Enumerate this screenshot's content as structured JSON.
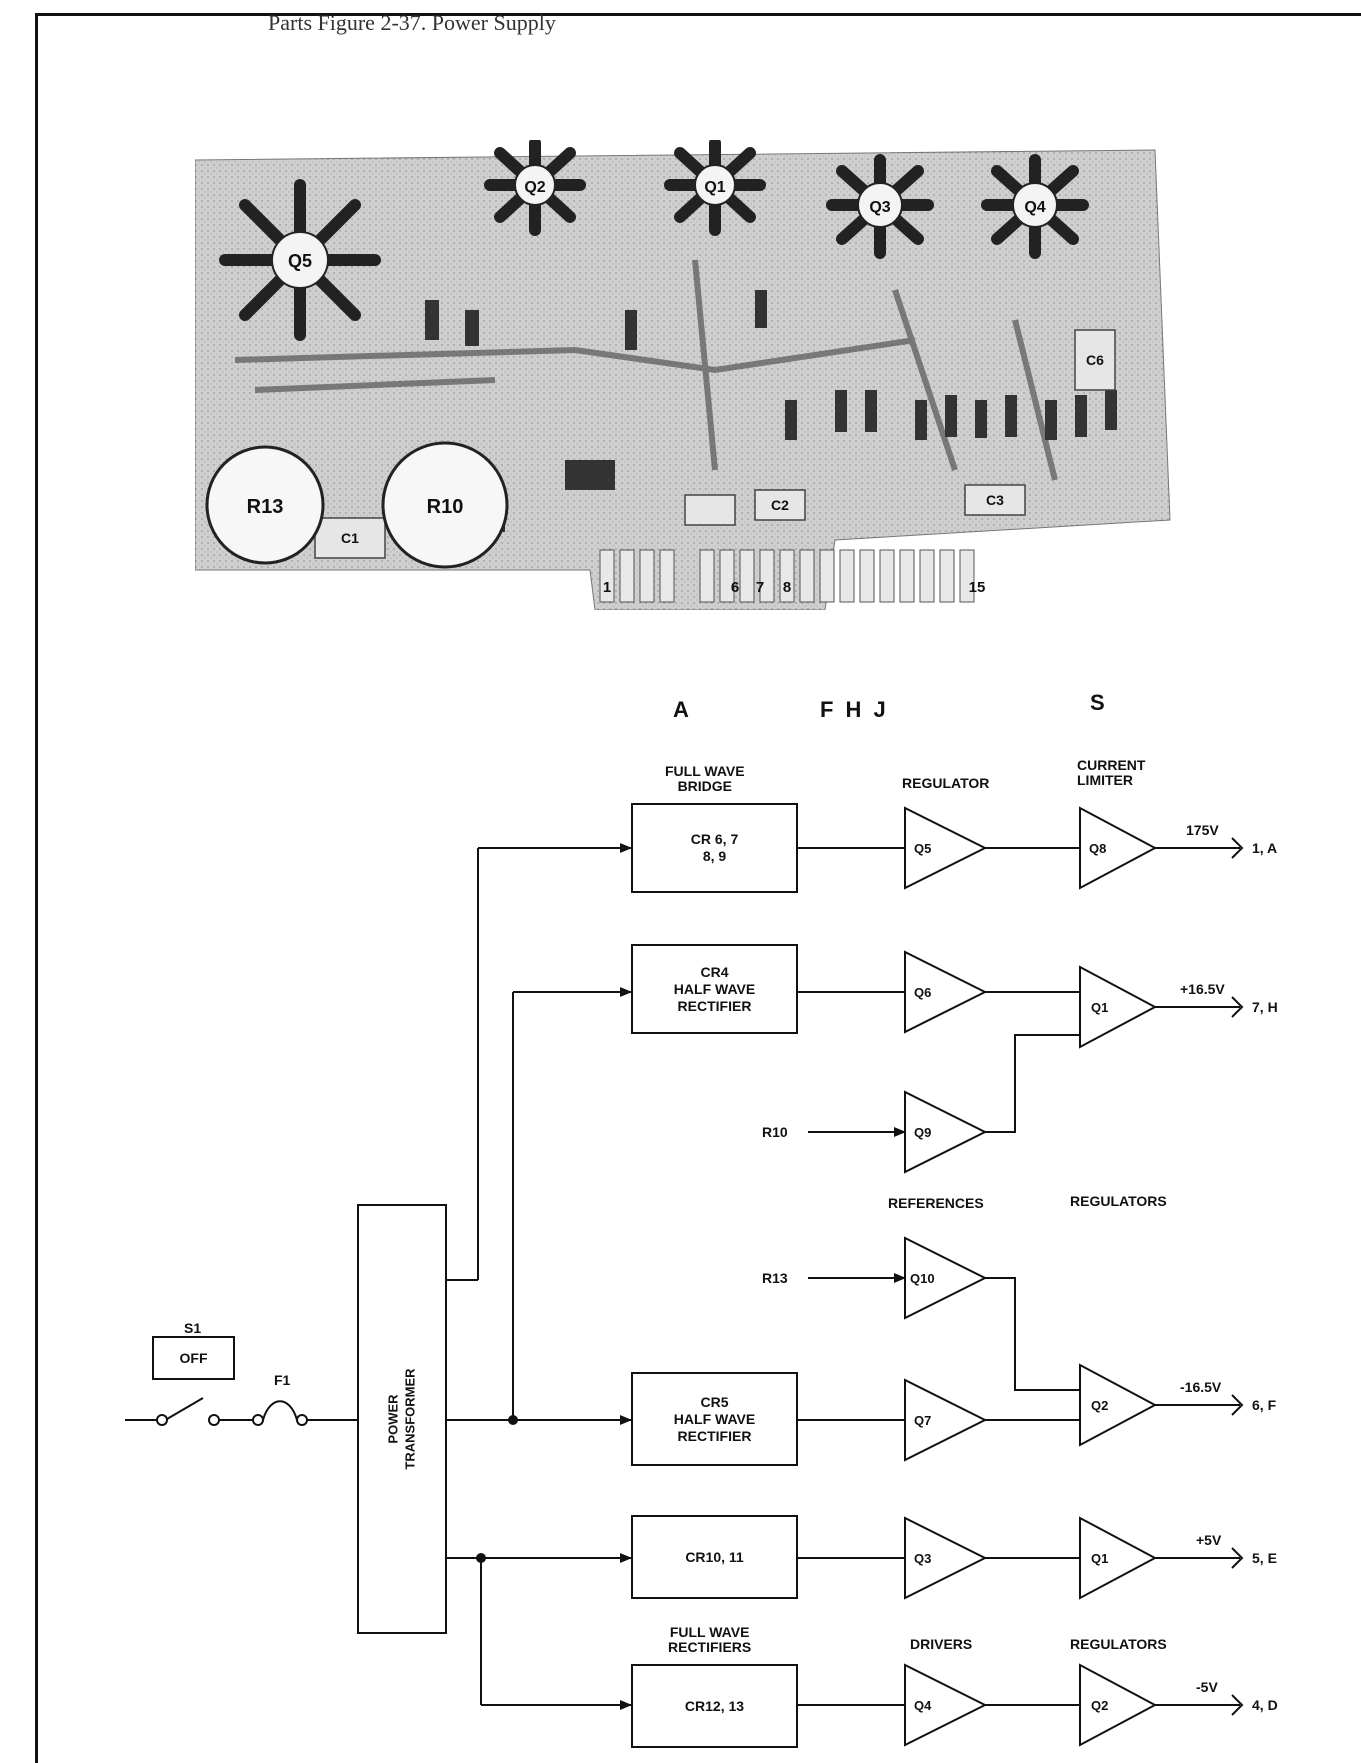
{
  "page": {
    "header": "Parts Figure 2-37. Power Supply",
    "pin_labels": [
      "A",
      "F H J",
      "S"
    ]
  },
  "photo": {
    "transistor_labels": [
      "Q5",
      "Q2",
      "Q1",
      "Q3",
      "Q4"
    ],
    "pot_labels": [
      "R13",
      "R10"
    ],
    "cap_labels": [
      "C1",
      "C2",
      "C3",
      "C6"
    ],
    "pin_numbers": [
      "1",
      "6",
      "7",
      "8",
      "15"
    ]
  },
  "diagram": {
    "section_headers": {
      "full_wave_bridge": "FULL WAVE\nBRIDGE",
      "regulator": "REGULATOR",
      "current_limiter": "CURRENT\nLIMITER",
      "references": "REFERENCES",
      "regulators_mid": "REGULATORS",
      "full_wave_rectifiers": "FULL WAVE\nRECTIFIERS",
      "drivers": "DRIVERS",
      "regulators_bottom": "REGULATORS"
    },
    "blocks": {
      "cr6789": "CR 6, 7\n8, 9",
      "cr4": "CR4\nHALF WAVE\nRECTIFIER",
      "cr5": "CR5\nHALF WAVE\nRECTIFIER",
      "cr1011": "CR10, 11",
      "cr1213": "CR12, 13",
      "transformer": "POWER\nTRANSFORMER",
      "switch_box": "OFF"
    },
    "amplifiers": {
      "q5": "Q5",
      "q8": "Q8",
      "q6": "Q6",
      "q1a": "Q1",
      "q9": "Q9",
      "q10": "Q10",
      "q7": "Q7",
      "q2a": "Q2",
      "q3": "Q3",
      "q1b": "Q1",
      "q4": "Q4",
      "q2b": "Q2"
    },
    "inputs": {
      "r10": "R10",
      "r13": "R13"
    },
    "components": {
      "s1": "S1",
      "f1": "F1"
    },
    "outputs": [
      {
        "voltage": "175V",
        "pin": "1, A"
      },
      {
        "voltage": "+16.5V",
        "pin": "7, H"
      },
      {
        "voltage": "-16.5V",
        "pin": "6, F"
      },
      {
        "voltage": "+5V",
        "pin": "5, E"
      },
      {
        "voltage": "-5V",
        "pin": "4, D"
      }
    ]
  }
}
